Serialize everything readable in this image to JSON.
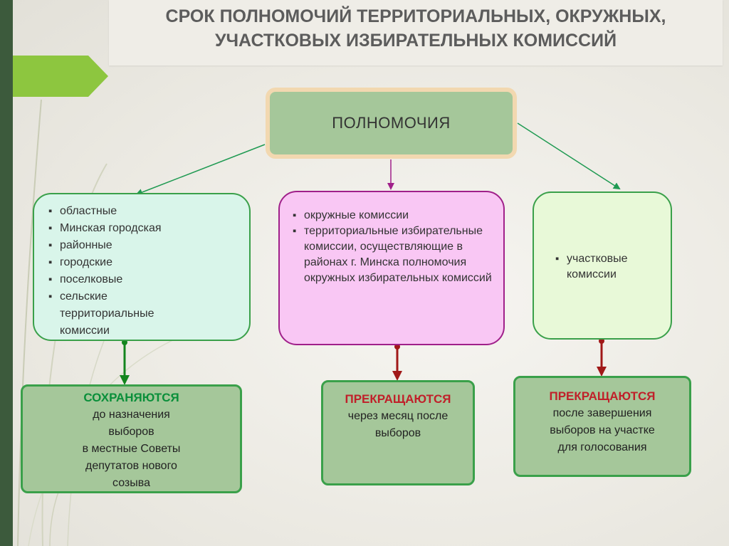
{
  "title": {
    "line1": "СРОК ПОЛНОМОЧИЙ ТЕРРИТОРИАЛЬНЫХ, ОКРУЖНЫХ,",
    "line2": "УЧАСТКОВЫХ  ИЗБИРАТЕЛЬНЫХ  КОМИССИЙ"
  },
  "center": {
    "label": "ПОЛНОМОЧИЯ"
  },
  "left_box": {
    "items": [
      "областные",
      "Минская городская",
      "районные",
      "городские",
      "поселковые",
      "сельские территориальные комиссии"
    ]
  },
  "middle_box": {
    "items": [
      "окружные комиссии",
      "территориальные избирательные комиссии, осуществляющие в районах г. Минска полномочия окружных избирательных комиссий"
    ]
  },
  "right_box": {
    "items": [
      "участковые комиссии"
    ]
  },
  "results": {
    "left": {
      "heading": "СОХРАНЯЮТСЯ",
      "lines": [
        "до назначения",
        "выборов",
        "в местные Советы",
        "депутатов нового",
        "созыва"
      ]
    },
    "middle": {
      "heading": "ПРЕКРАЩАЮТСЯ",
      "lines": [
        "через месяц после",
        "выборов"
      ]
    },
    "right": {
      "heading": "ПРЕКРАЩАЮТСЯ",
      "lines": [
        "после завершения",
        "выборов на участке",
        "для голосования"
      ]
    }
  },
  "colors": {
    "left_strip": "#3c5a3c",
    "flag": "#8dc63f",
    "center_fill": "#a5c79a",
    "left_box_border": "#3aa04a",
    "middle_box_fill": "#f9c7f4",
    "middle_box_border": "#a0208a",
    "green_heading": "#0a8f3a",
    "red_heading": "#c0202a"
  }
}
